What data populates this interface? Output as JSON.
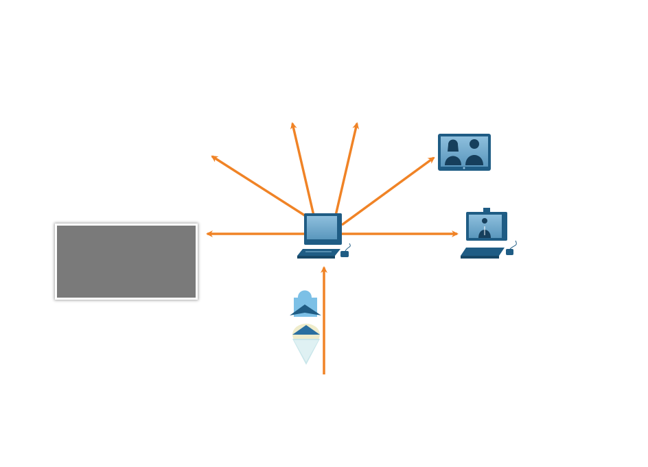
{
  "diagram": {
    "arrow_color": "#f08326",
    "device_color": "#1f5c84",
    "device_light": "#6fa6c9",
    "panel_color": "#7a7a7a",
    "nodes": [
      {
        "id": "source-pc",
        "icon": "workstation-icon"
      },
      {
        "id": "videoconference-display",
        "icon": "video-conference-icon"
      },
      {
        "id": "ip-video-workstation",
        "icon": "video-phone-workstation-icon"
      },
      {
        "id": "data-stream",
        "icon": "packet-stack-icon"
      }
    ]
  }
}
